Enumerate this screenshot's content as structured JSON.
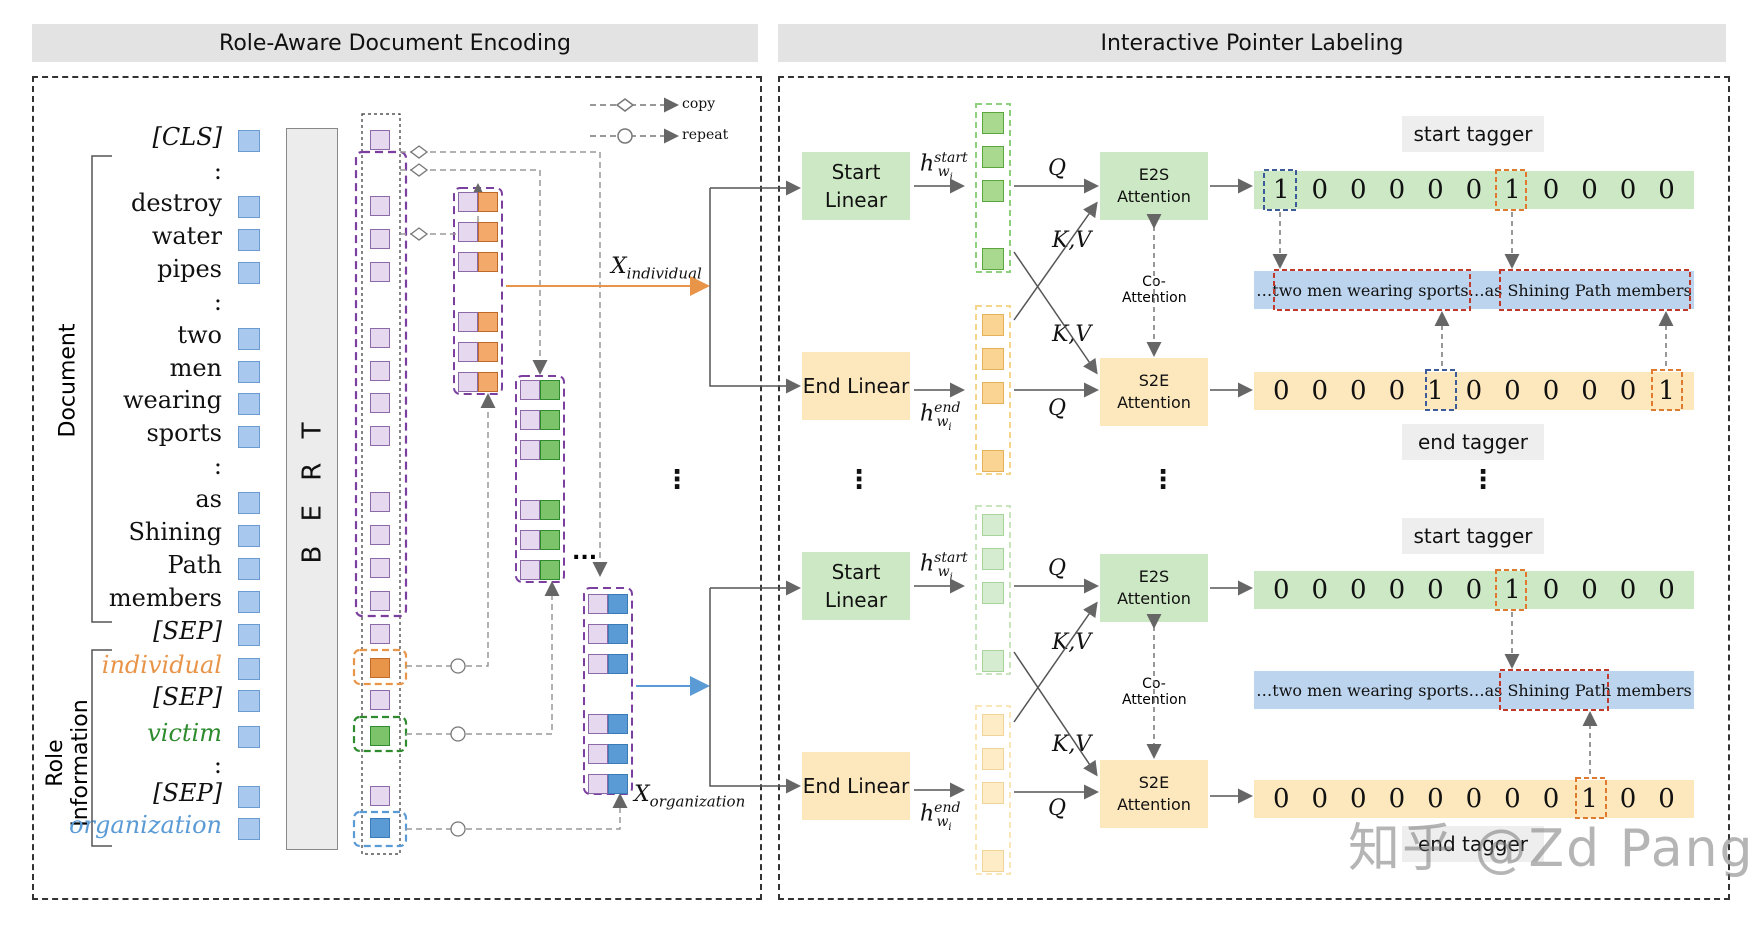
{
  "left_panel": {
    "title": "Role-Aware Document Encoding",
    "document_group_label": "Document",
    "role_group_label": "Role Information",
    "encoder_label": "B E R T",
    "tokens": [
      "[CLS]",
      ":",
      "destroy",
      "water",
      "pipes",
      ":",
      "two",
      "men",
      "wearing",
      "sports",
      ":",
      "as",
      "Shining",
      "Path",
      "members",
      "[SEP]",
      "individual",
      "[SEP]",
      "victim",
      ":",
      "[SEP]",
      "organization"
    ],
    "legend": {
      "copy": "copy",
      "repeat": "repeat"
    },
    "x_individual_label": "X_individual",
    "x_organization_label": "X_organization",
    "ellipsis": "...",
    "colors": {
      "individual": "#e8954a",
      "victim": "#2e8b2e",
      "organization": "#5b9bd5",
      "embedding": "#e6d8ee",
      "token_square": "#a9c8ee"
    }
  },
  "right_panel": {
    "title": "Interactive Pointer Labeling",
    "blocks": [
      {
        "start_linear": "Start Linear",
        "end_linear": "End Linear",
        "h_start": "h_wi^start",
        "h_end": "h_wi^end",
        "q": "Q",
        "kv": "K,V",
        "e2s": "E2S Attention",
        "s2e": "S2E Attention",
        "co_attention": "Co-Attention",
        "start_tagger": "start tagger",
        "end_tagger": "end tagger",
        "start_values": [
          "1",
          "0",
          "0",
          "0",
          "0",
          "0",
          "1",
          "0",
          "0",
          "0",
          "0"
        ],
        "span_text": "…two men wearing sports…as Shining Path members",
        "end_values": [
          "0",
          "0",
          "0",
          "0",
          "1",
          "0",
          "0",
          "0",
          "0",
          "0",
          "1"
        ]
      },
      {
        "start_linear": "Start Linear",
        "end_linear": "End Linear",
        "h_start": "h_wi^start",
        "h_end": "h_wi^end",
        "q": "Q",
        "kv": "K,V",
        "e2s": "E2S Attention",
        "s2e": "S2E Attention",
        "co_attention": "Co-Attention",
        "start_tagger": "start tagger",
        "end_tagger": "end tagger",
        "start_values": [
          "0",
          "0",
          "0",
          "0",
          "0",
          "0",
          "1",
          "0",
          "0",
          "0",
          "0"
        ],
        "span_text": "…two men wearing sports…as Shining Path members",
        "end_values": [
          "0",
          "0",
          "0",
          "0",
          "0",
          "0",
          "0",
          "0",
          "1",
          "0",
          "0"
        ]
      }
    ],
    "vertical_ellipsis": "⋮"
  },
  "watermark": "知乎 @Zd Pang"
}
